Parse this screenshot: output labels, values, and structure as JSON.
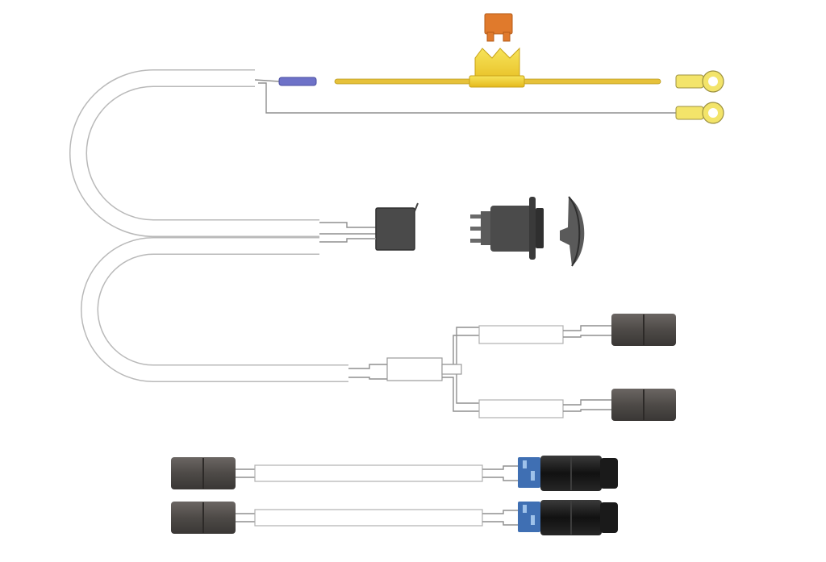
{
  "diagram": {
    "kind": "wiring-harness-illustration",
    "components": [
      "fuse",
      "inline-fuse-holder",
      "ring-terminal",
      "ring-terminal",
      "relay",
      "rocker-switch",
      "switch-cover",
      "harness-split",
      "connector",
      "connector",
      "extension-cable",
      "extension-cable"
    ],
    "colors": {
      "background": "#ffffff",
      "sheath": "#ffffff",
      "sheath_outline": "#b9b9b9",
      "wire": "#8f8f8f",
      "fuse": "#e07a2c",
      "fuse_holder": "#f2d230",
      "fuse_wire": "#e6c13a",
      "inline_fuse": "#6e72c8",
      "ring_terminal": "#f3e46a",
      "relay": "#4a4a4a",
      "connector": "#4f4b48",
      "plug_black": "#181818",
      "plug_blue": "#3f6fb3"
    }
  }
}
